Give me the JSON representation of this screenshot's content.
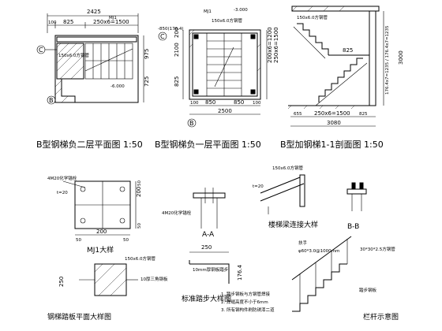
{
  "captions": {
    "b_floor2": "B型钢梯负二层平面图  1:50",
    "b_floor1": "B型钢梯负一层平面图  1:50",
    "b_section": "B型加钢梯1-1剖面图  1:50",
    "mj1_detail": "MJ1大样",
    "section_aa": "A-A",
    "beam_joint": "楼梯梁连接大样",
    "section_bb": "B-B",
    "tread_plan": "钢梯踏板平面大样图",
    "std_tread": "标准踏步大样图",
    "railing": "栏杆示意图"
  },
  "plan1": {
    "top_dim": "2425",
    "dim_a": "100",
    "dim_b": "825",
    "dim_c": "250x6=1500",
    "label_mj1": "MJ1",
    "label_150": "150x6.0方钢管",
    "side_975": "975",
    "side_725": "725",
    "level": "-6.000",
    "axis_c": "C",
    "axis_b": "B"
  },
  "plan2": {
    "level_top": "-3.000",
    "label_mj1": "MJ1",
    "label_150": "150x6.0方钢管",
    "dim_850": "-850(176.4)",
    "side_825": "825",
    "side_2100": "2100",
    "side_200": "200",
    "bottom_100": "100",
    "bottom_850a": "850",
    "bottom_850b": "850",
    "bottom_100b": "100",
    "bottom_total": "2500",
    "axis_c": "C",
    "axis_b": "B",
    "dim_b1": "200x6=1200",
    "dim_b2": "250x6=1500"
  },
  "section": {
    "label_150": "150x6.0方钢管",
    "dim_825": "825",
    "dim_655": "655",
    "dim_mid": "250x6=1500",
    "dim_825b": "825",
    "total": "3080",
    "right_dims": "176.4x7=1235 / 176.4x7=1235",
    "right_3000": "3000"
  },
  "details": {
    "mj1_anchor": "4M20化学锚栓",
    "t20": "t=20",
    "d200a": "200",
    "d200b": "200",
    "d50a": "50",
    "d50b": "50",
    "d50c": "50",
    "d50d": "50",
    "aa_anchor": "4M20化学锚栓",
    "bj_label": "150x6.0方钢管",
    "bj_plate": "t=20",
    "tread_250": "250",
    "tread_label": "150x6.0方钢管",
    "tread_10": "10厚三角钢板",
    "std_250": "250",
    "std_1764": "176.4",
    "std_plate": "10mm厚钢板踏步",
    "std_note1": "1. 踏步钢板与方钢管焊接",
    "std_note2": "2. 焊缝高度不小于6mm",
    "std_note3": "3. 所有钢构件刷防锈漆二道",
    "rail_1": "扶手",
    "rail_2": "φ60*3.0@1000mm",
    "rail_3": "30*30*2.5方钢管",
    "rail_4": "踏步钢板"
  }
}
